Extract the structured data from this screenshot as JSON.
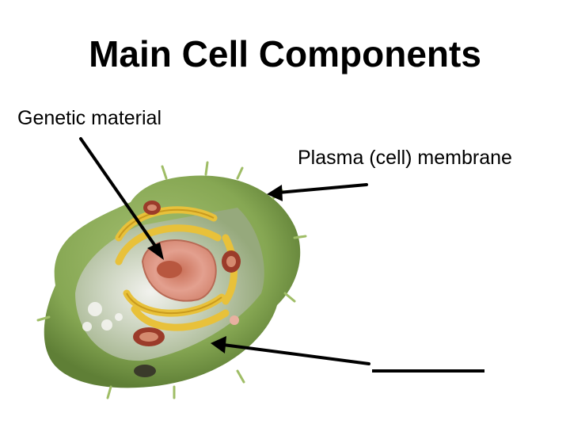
{
  "slide": {
    "title": "Main Cell Components",
    "labels": {
      "genetic_material": "Genetic material",
      "plasma_membrane": "Plasma (cell) membrane"
    },
    "colors": {
      "cell_exterior": "#8fae5c",
      "cell_interior": "#b9c7a6",
      "golgi_er": "#e8c13a",
      "nucleus": "#d98c7a",
      "mitochondria": "#9b3b2a",
      "arrow": "#000000"
    }
  }
}
